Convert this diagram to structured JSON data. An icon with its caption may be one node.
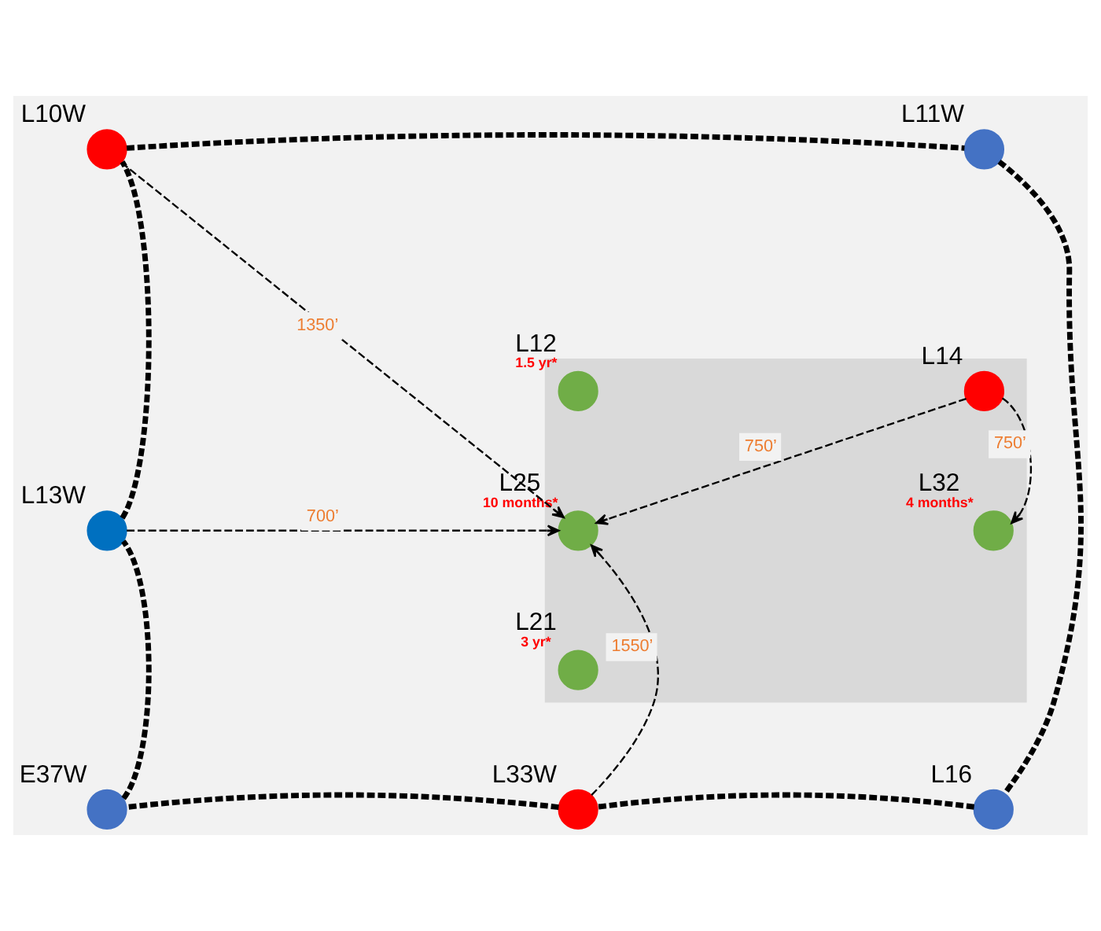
{
  "diagram": {
    "nodes": [
      {
        "text": [
          "L10W"
        ]
      },
      {
        "text": [
          "L11W"
        ]
      },
      {
        "text": [],
        "shape": "box"
      },
      {
        "text": [
          "L12"
        ],
        "beside": [
          "1.5 yr*"
        ],
        "in": 2
      },
      {
        "text": [
          "L13W"
        ]
      },
      {
        "text": [
          "L25"
        ],
        "beside": [
          "10 months*"
        ],
        "in": 2
      },
      {
        "text": [
          "L14"
        ],
        "in": 2
      },
      {
        "text": [
          "L21"
        ],
        "beside": [
          "3 yr*"
        ],
        "in": 2
      },
      {
        "text": [
          "L32"
        ],
        "beside": [
          "4 months*"
        ],
        "in": 2
      },
      {
        "text": [
          "E37W"
        ]
      },
      {
        "text": [
          "L33W"
        ]
      },
      {
        "text": [
          "L16"
        ]
      }
    ],
    "edges": [
      {
        "from": 0,
        "to": 1,
        "arrow": "none",
        "style": "dashed"
      },
      {
        "from": 1,
        "to": 11,
        "arrow": "none",
        "style": "dashed"
      },
      {
        "from": 11,
        "to": 10,
        "arrow": "none",
        "style": "dashed"
      },
      {
        "from": 10,
        "to": 9,
        "arrow": "none",
        "style": "dashed"
      },
      {
        "from": 9,
        "to": 4,
        "arrow": "none",
        "style": "dashed"
      },
      {
        "from": 4,
        "to": 0,
        "arrow": "none",
        "style": "dashed"
      },
      {
        "from": 0,
        "to": 5,
        "arrow": "to",
        "label": "1350’",
        "style": "dashed"
      },
      {
        "from": 4,
        "to": 5,
        "arrow": "to",
        "label": "700’",
        "style": "dashed"
      },
      {
        "from": 6,
        "to": 5,
        "arrow": "to",
        "label": "750’",
        "style": "dashed"
      },
      {
        "from": 6,
        "to": 8,
        "arrow": "to",
        "label": "750’",
        "style": "dashed"
      },
      {
        "from": 10,
        "to": 5,
        "arrow": "to",
        "label": "1550’",
        "style": "dashed"
      }
    ]
  }
}
